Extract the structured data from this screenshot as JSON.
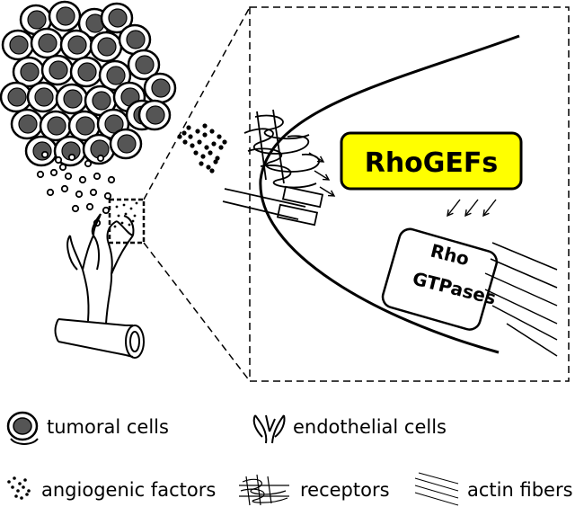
{
  "diagram": {
    "rhogef_label": "RhoGEFs",
    "rhogef_color": "#ffff00",
    "gtpase_label_line1": "Rho",
    "gtpase_label_line2": "GTPases"
  },
  "legend": {
    "tumoral_cells": "tumoral cells",
    "endothelial_cells": "endothelial cells",
    "angiogenic_factors": "angiogenic factors",
    "receptors": "receptors",
    "actin_fibers": "actin fibers"
  },
  "colors": {
    "cell_nucleus": "#555555",
    "stroke": "#000000"
  }
}
